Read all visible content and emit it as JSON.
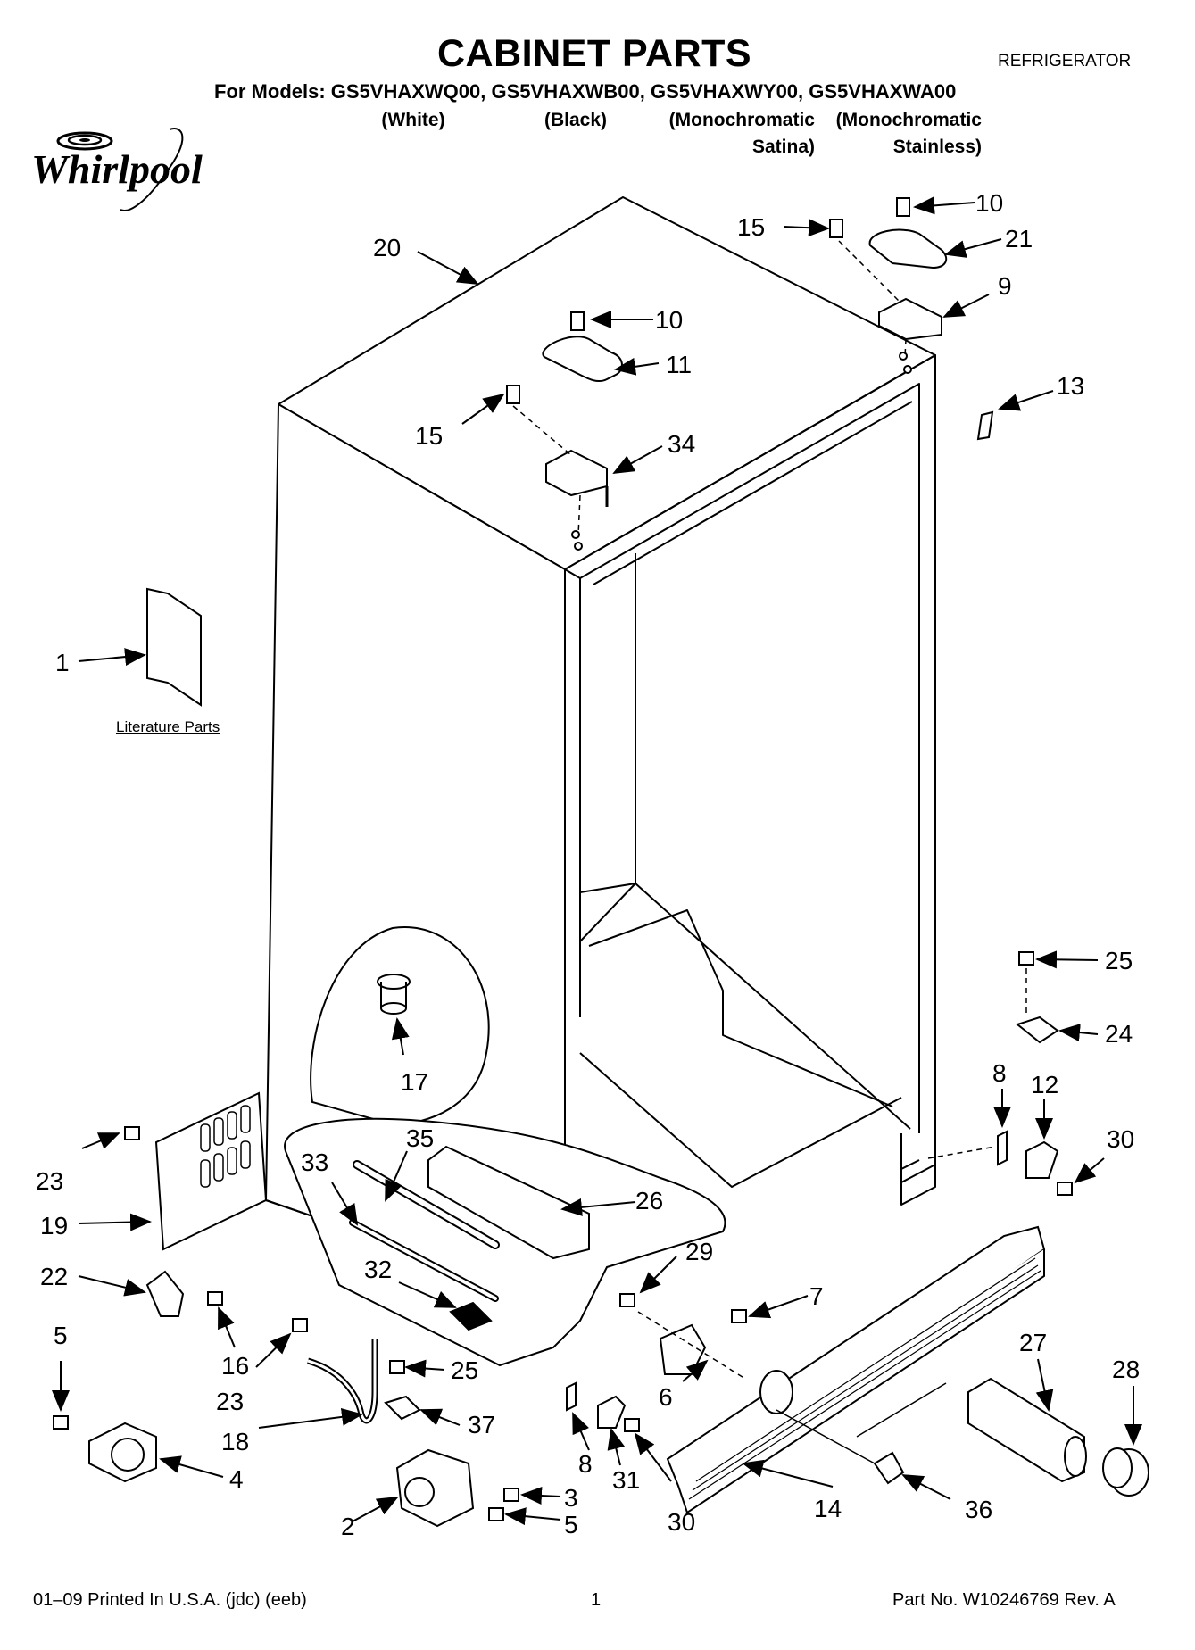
{
  "header": {
    "title": "CABINET PARTS",
    "category": "REFRIGERATOR",
    "models_line": "For Models: GS5VHAXWQ00, GS5VHAXWB00, GS5VHAXWY00, GS5VHAXWA00",
    "variants": [
      {
        "line1": "(White)",
        "line2": ""
      },
      {
        "line1": "(Black)",
        "line2": ""
      },
      {
        "line1": "(Monochromatic",
        "line2": "Satina)"
      },
      {
        "line1": "(Monochromatic",
        "line2": "Stainless)"
      }
    ]
  },
  "brand": {
    "logo_text": "Whirlpool",
    "icon": "whirlpool-swirl-logo"
  },
  "literature_label": "Literature Parts",
  "callouts": [
    {
      "id": "c1",
      "text": "1"
    },
    {
      "id": "c2",
      "text": "2"
    },
    {
      "id": "c3",
      "text": "3"
    },
    {
      "id": "c4",
      "text": "4"
    },
    {
      "id": "c5a",
      "text": "5"
    },
    {
      "id": "c5b",
      "text": "5"
    },
    {
      "id": "c6",
      "text": "6"
    },
    {
      "id": "c7",
      "text": "7"
    },
    {
      "id": "c8a",
      "text": "8"
    },
    {
      "id": "c8b",
      "text": "8"
    },
    {
      "id": "c9",
      "text": "9"
    },
    {
      "id": "c10a",
      "text": "10"
    },
    {
      "id": "c10b",
      "text": "10"
    },
    {
      "id": "c11",
      "text": "11"
    },
    {
      "id": "c12",
      "text": "12"
    },
    {
      "id": "c13",
      "text": "13"
    },
    {
      "id": "c14",
      "text": "14"
    },
    {
      "id": "c15a",
      "text": "15"
    },
    {
      "id": "c15b",
      "text": "15"
    },
    {
      "id": "c16",
      "text": "16"
    },
    {
      "id": "c17",
      "text": "17"
    },
    {
      "id": "c18",
      "text": "18"
    },
    {
      "id": "c19",
      "text": "19"
    },
    {
      "id": "c20",
      "text": "20"
    },
    {
      "id": "c21",
      "text": "21"
    },
    {
      "id": "c22",
      "text": "22"
    },
    {
      "id": "c23a",
      "text": "23"
    },
    {
      "id": "c23b",
      "text": "23"
    },
    {
      "id": "c24",
      "text": "24"
    },
    {
      "id": "c25a",
      "text": "25"
    },
    {
      "id": "c25b",
      "text": "25"
    },
    {
      "id": "c26",
      "text": "26"
    },
    {
      "id": "c27",
      "text": "27"
    },
    {
      "id": "c28",
      "text": "28"
    },
    {
      "id": "c29",
      "text": "29"
    },
    {
      "id": "c30a",
      "text": "30"
    },
    {
      "id": "c30b",
      "text": "30"
    },
    {
      "id": "c31",
      "text": "31"
    },
    {
      "id": "c32",
      "text": "32"
    },
    {
      "id": "c33",
      "text": "33"
    },
    {
      "id": "c34",
      "text": "34"
    },
    {
      "id": "c35",
      "text": "35"
    },
    {
      "id": "c36",
      "text": "36"
    },
    {
      "id": "c37",
      "text": "37"
    }
  ],
  "footer": {
    "left": "01–09 Printed In U.S.A. (jdc) (eeb)",
    "page": "1",
    "right": "Part No. W10246769 Rev. A"
  }
}
